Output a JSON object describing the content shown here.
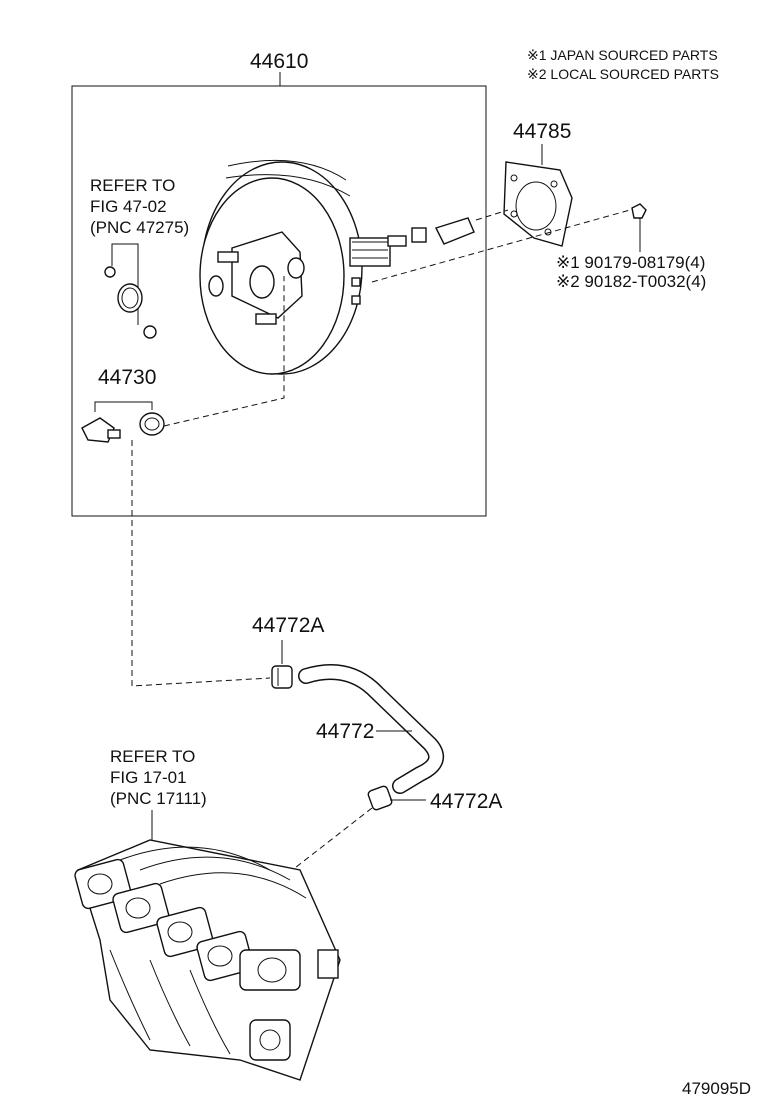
{
  "legend": {
    "line1": "※1 JAPAN SOURCED PARTS",
    "line2": "※2 LOCAL SOURCED PARTS"
  },
  "parts": {
    "booster": "44610",
    "gasket": "44785",
    "check_valve": "44730",
    "hose_clip_upper": "44772A",
    "hose": "44772",
    "hose_clip_lower": "44772A"
  },
  "nuts": {
    "nut1": "※1 90179-08179(4)",
    "nut2": "※2 90182-T0032(4)"
  },
  "references": {
    "ref1": {
      "line1": "REFER TO",
      "line2": "FIG 47-02",
      "line3": "(PNC 47275)"
    },
    "ref2": {
      "line1": "REFER TO",
      "line2": "FIG 17-01",
      "line3": "(PNC 17111)"
    }
  },
  "figure_id": "479095D"
}
